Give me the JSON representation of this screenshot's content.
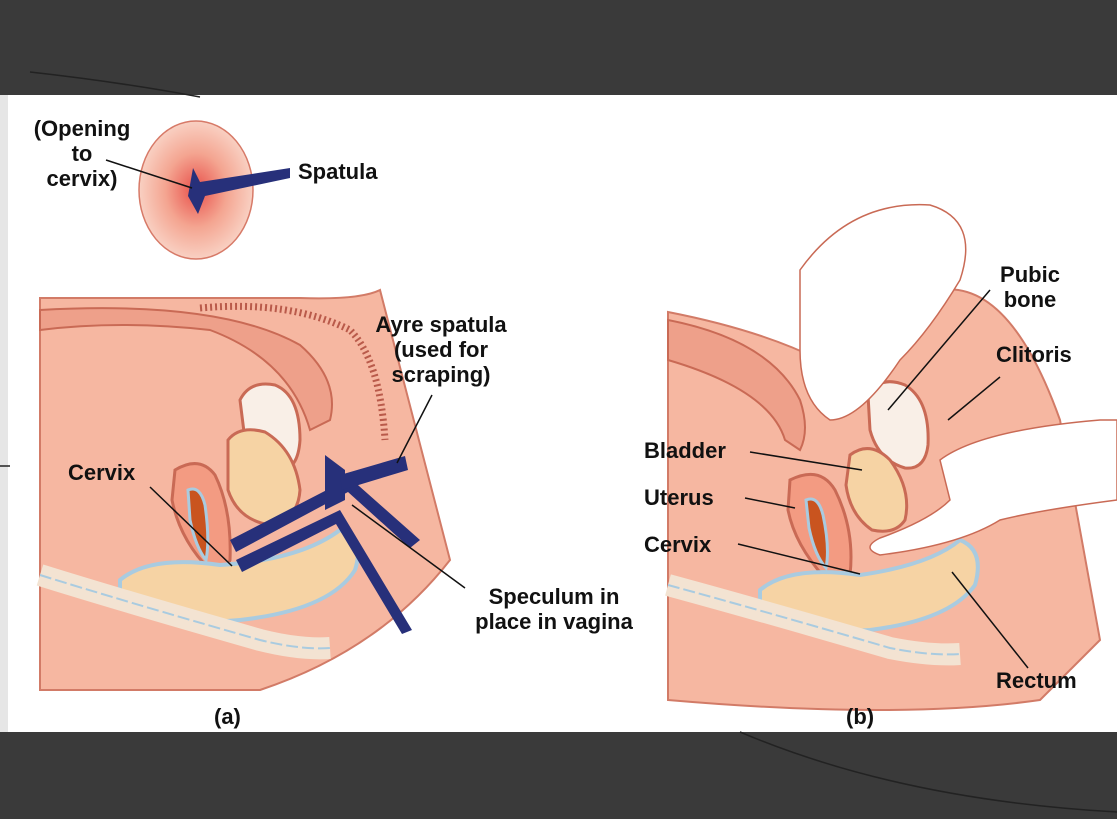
{
  "colors": {
    "slide_band": "#3a3a3a",
    "tissue_pink": "#f2a88e",
    "tissue_dark": "#e07a62",
    "organ_cream": "#f6d3a4",
    "organ_lining": "#a9cbe0",
    "instrument_blue": "#27307a",
    "label_text": "#111111"
  },
  "labels": {
    "opening_to_cervix": "(Opening\nto\ncervix)",
    "spatula": "Spatula",
    "ayre_spatula": "Ayre spatula\n(used for\nscraping)",
    "cervix_a": "Cervix",
    "speculum": "Speculum in\nplace in vagina",
    "panel_a": "(a)",
    "pubic_bone": "Pubic\nbone",
    "clitoris": "Clitoris",
    "bladder": "Bladder",
    "uterus": "Uterus",
    "cervix_b": "Cervix",
    "rectum": "Rectum",
    "panel_b": "(b)"
  }
}
